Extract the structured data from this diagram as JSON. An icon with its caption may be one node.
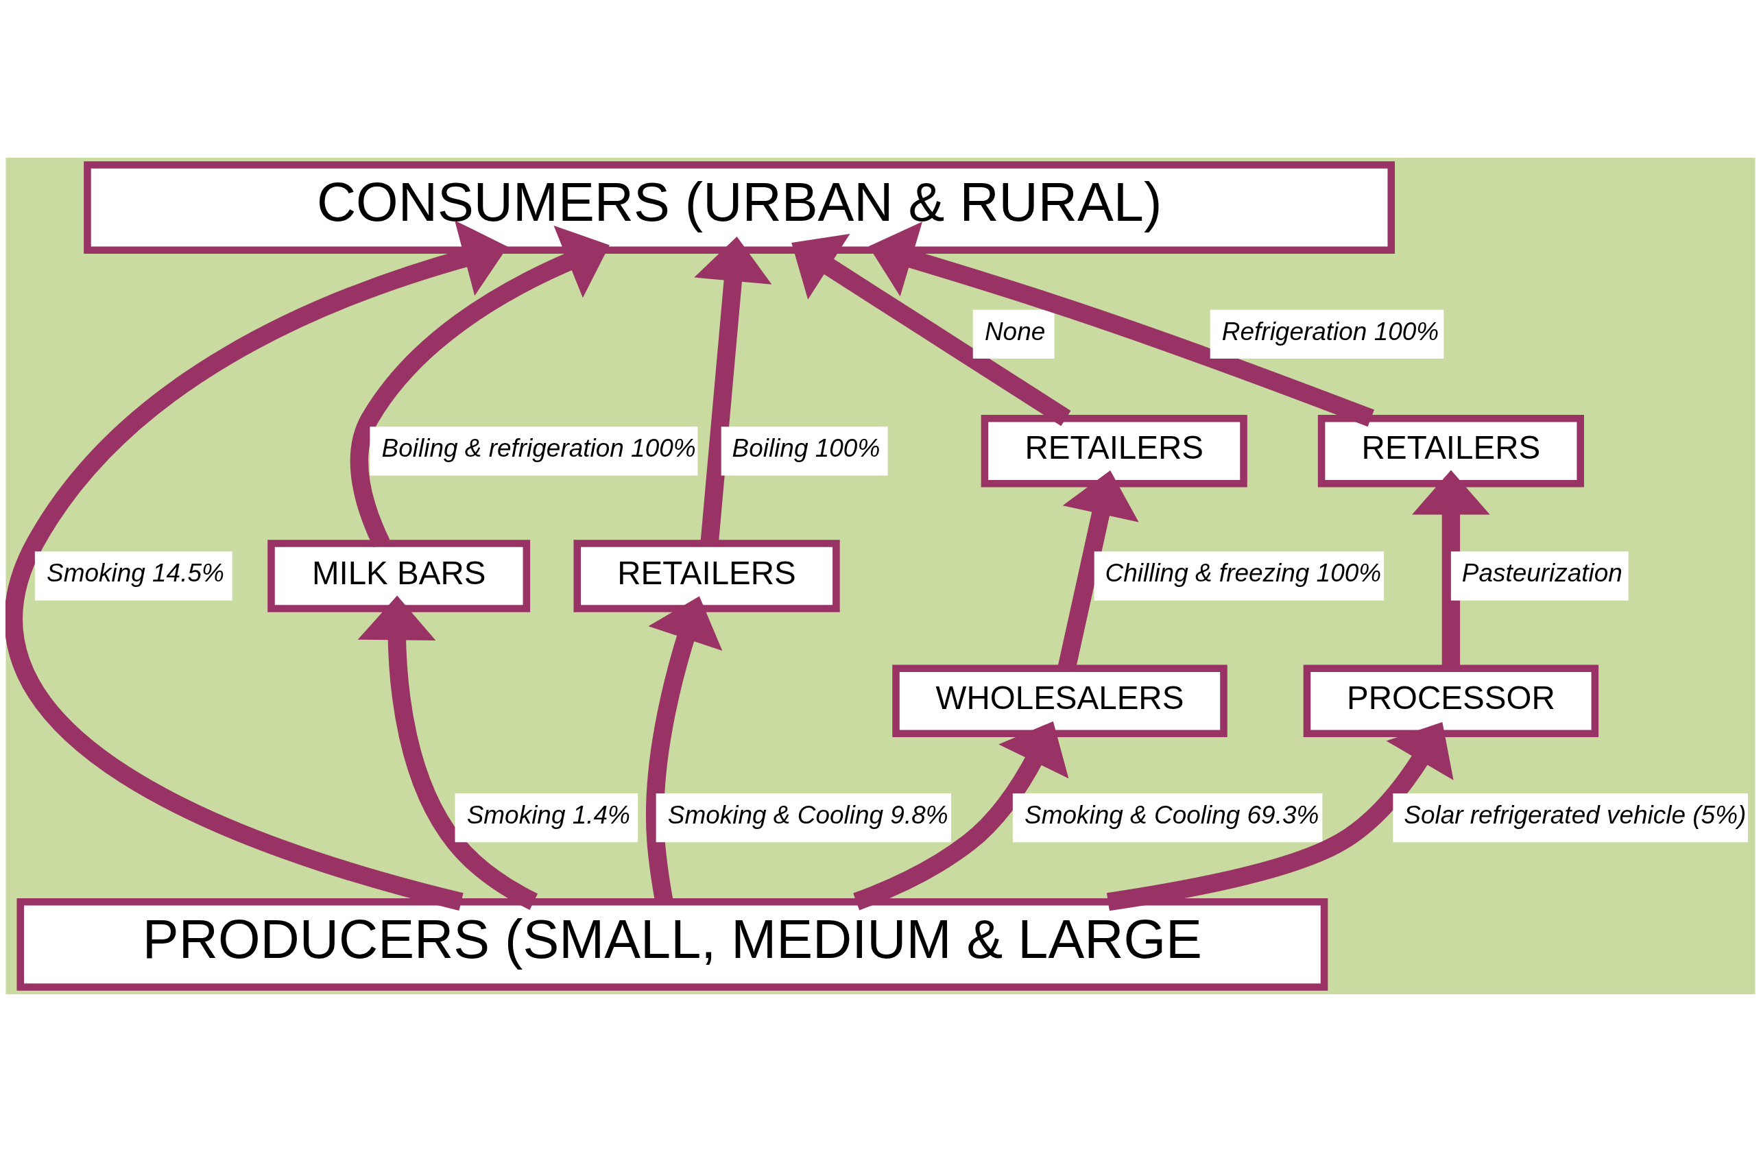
{
  "diagram": {
    "nodes": [
      {
        "text": [
          "CONSUMERS (URBAN & RURAL)"
        ]
      },
      {
        "text": [
          "PRODUCERS (SMALL, MEDIUM & LARGE"
        ]
      },
      {
        "text": [
          "MILK BARS"
        ]
      },
      {
        "text": [
          "RETAILERS"
        ]
      },
      {
        "text": [
          "RETAILERS"
        ]
      },
      {
        "text": [
          "WHOLESALERS"
        ]
      },
      {
        "text": [
          "RETAILERS"
        ]
      },
      {
        "text": [
          "PROCESSOR"
        ]
      }
    ],
    "edges": [
      {
        "from": 1,
        "to": 0,
        "arrow": "to",
        "label": "Smoking 14.5%"
      },
      {
        "from": 1,
        "to": 2,
        "arrow": "to",
        "label": "Smoking 1.4%"
      },
      {
        "from": 2,
        "to": 0,
        "arrow": "to",
        "label": "Boiling & refrigeration 100%"
      },
      {
        "from": 1,
        "to": 3,
        "arrow": "to",
        "label": "Smoking & Cooling 9.8%"
      },
      {
        "from": 3,
        "to": 0,
        "arrow": "to",
        "label": "Boiling 100%"
      },
      {
        "from": 1,
        "to": 5,
        "arrow": "to",
        "label": "Smoking & Cooling 69.3%"
      },
      {
        "from": 5,
        "to": 4,
        "arrow": "to",
        "label": "Chilling & freezing 100%"
      },
      {
        "from": 4,
        "to": 0,
        "arrow": "to",
        "label": "None"
      },
      {
        "from": 1,
        "to": 7,
        "arrow": "to",
        "label": "Solar refrigerated vehicle (5%)"
      },
      {
        "from": 7,
        "to": 6,
        "arrow": "to",
        "label": "Pasteurization"
      },
      {
        "from": 6,
        "to": 0,
        "arrow": "to",
        "label": "Refrigeration 100%"
      }
    ]
  }
}
